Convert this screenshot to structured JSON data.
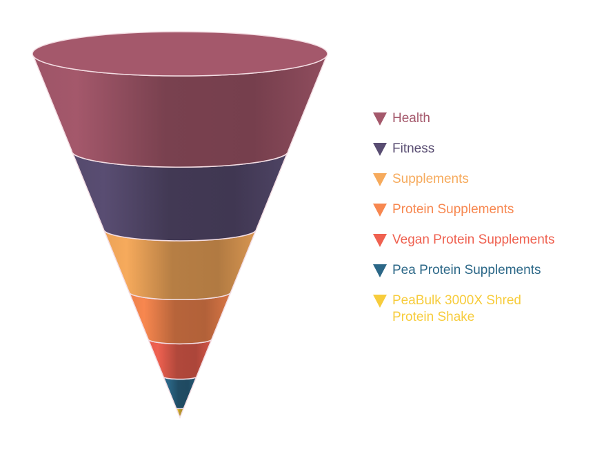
{
  "chart_data": {
    "type": "funnel",
    "title": "",
    "legend_position": "right",
    "series": [
      {
        "name": "Health",
        "color": "#a4586b"
      },
      {
        "name": "Fitness",
        "color": "#594d72"
      },
      {
        "name": "Supplements",
        "color": "#f6aa5c"
      },
      {
        "name": "Protein Supplements",
        "color": "#f7874f"
      },
      {
        "name": "Vegan Protein Supplements",
        "color": "#ef6150"
      },
      {
        "name": "Pea Protein Supplements",
        "color": "#2b6787"
      },
      {
        "name": "PeaBulk 3000X Shred Protein Shake",
        "color": "#f7cc3c"
      }
    ],
    "stage_share": [
      0.31,
      0.25,
      0.2,
      0.15,
      0.12,
      0.1,
      0.03
    ]
  }
}
